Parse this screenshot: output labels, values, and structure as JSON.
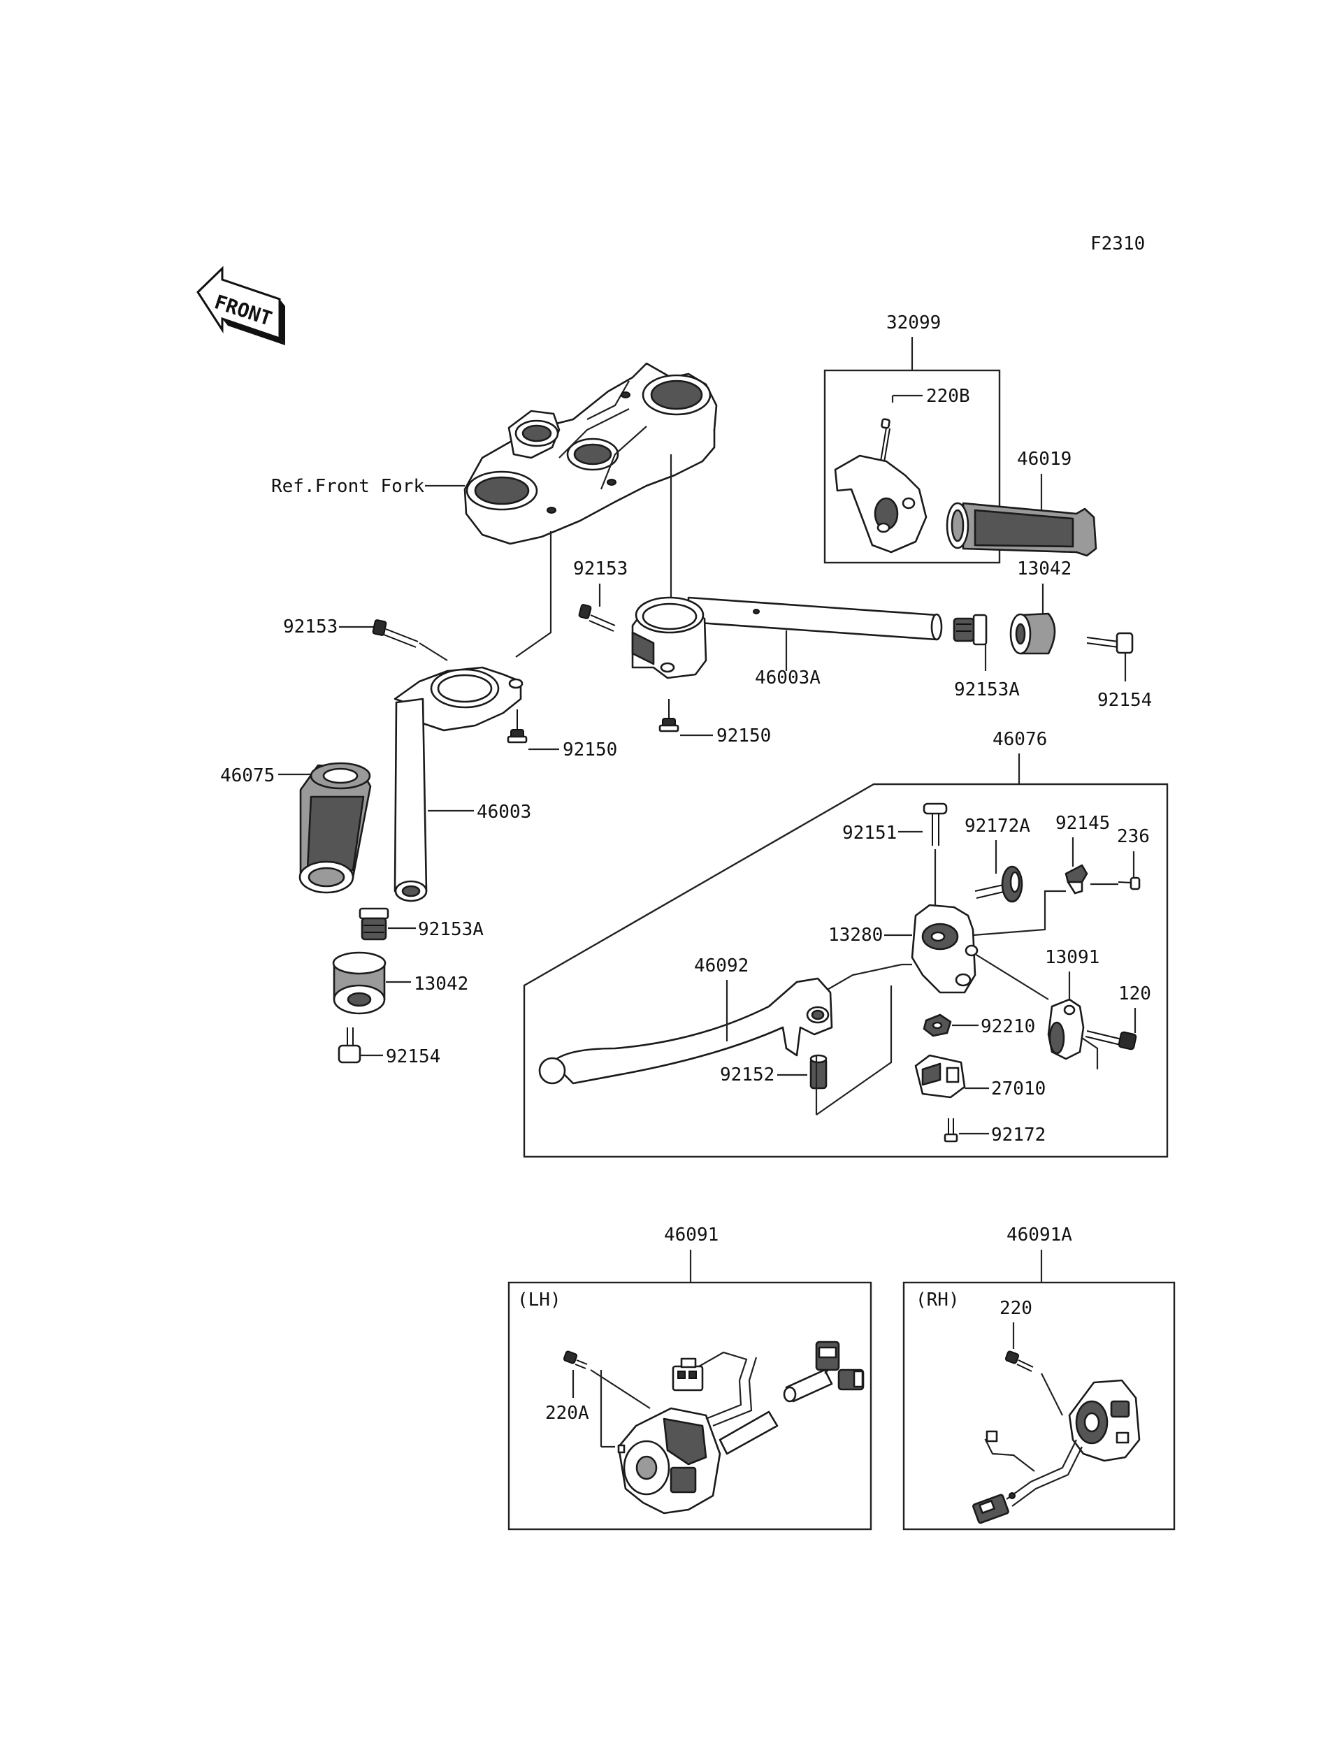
{
  "diagram_code": "F2310",
  "front_label": "FRONT",
  "boxes": {
    "clutch_lever_assy": "46076",
    "switch_lh": "46091",
    "switch_rh": "46091A",
    "throttle_grip_assy": "32099",
    "lh_tag": "(LH)",
    "rh_tag": "(RH)"
  },
  "labels": {
    "ref_front_fork": "Ref.Front Fork",
    "p220B": "220B",
    "p46019": "46019",
    "p92153_top": "92153",
    "p13042_top": "13042",
    "p92153_left": "92153",
    "p46003A": "46003A",
    "p92153A_right": "92153A",
    "p92154_right": "92154",
    "p92150_left": "92150",
    "p92150_mid": "92150",
    "p46075": "46075",
    "p46003": "46003",
    "p92153A_left": "92153A",
    "p13042_left": "13042",
    "p92154_left": "92154",
    "p92151": "92151",
    "p92172A": "92172A",
    "p92145": "92145",
    "p236": "236",
    "p13280": "13280",
    "p46092": "46092",
    "p13091": "13091",
    "p120": "120",
    "p92210": "92210",
    "p92152": "92152",
    "p27010": "27010",
    "p92172": "92172",
    "p220A": "220A",
    "p220": "220"
  }
}
